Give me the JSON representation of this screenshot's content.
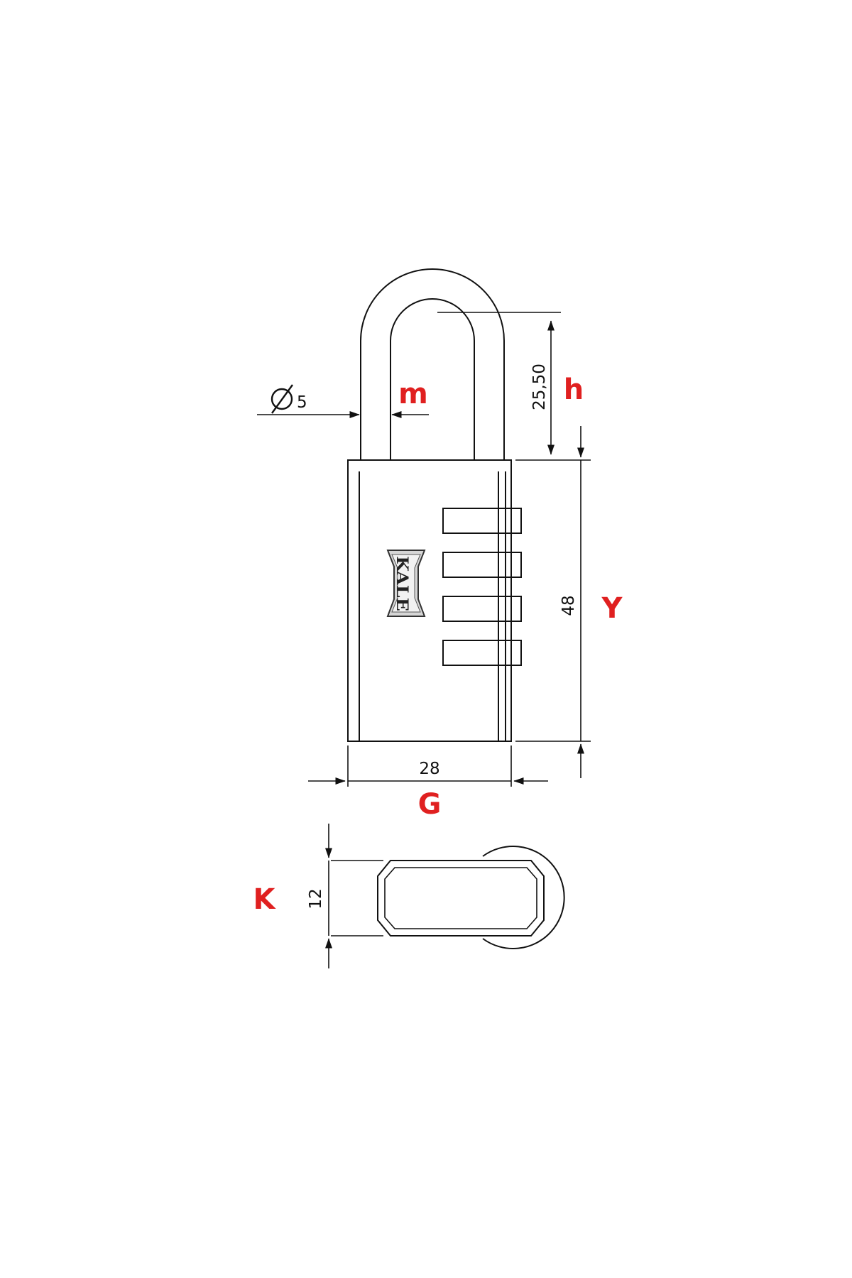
{
  "dimensions": {
    "shackle_diameter": "5",
    "shackle_clearance": "25,50",
    "body_height": "48",
    "body_width": "28",
    "body_thickness": "12"
  },
  "labels": {
    "m": "m",
    "h": "h",
    "Y": "Y",
    "G": "G",
    "K": "K"
  },
  "logo": {
    "text": "KALE"
  },
  "colors": {
    "label": "#e02020",
    "line": "#111111"
  }
}
